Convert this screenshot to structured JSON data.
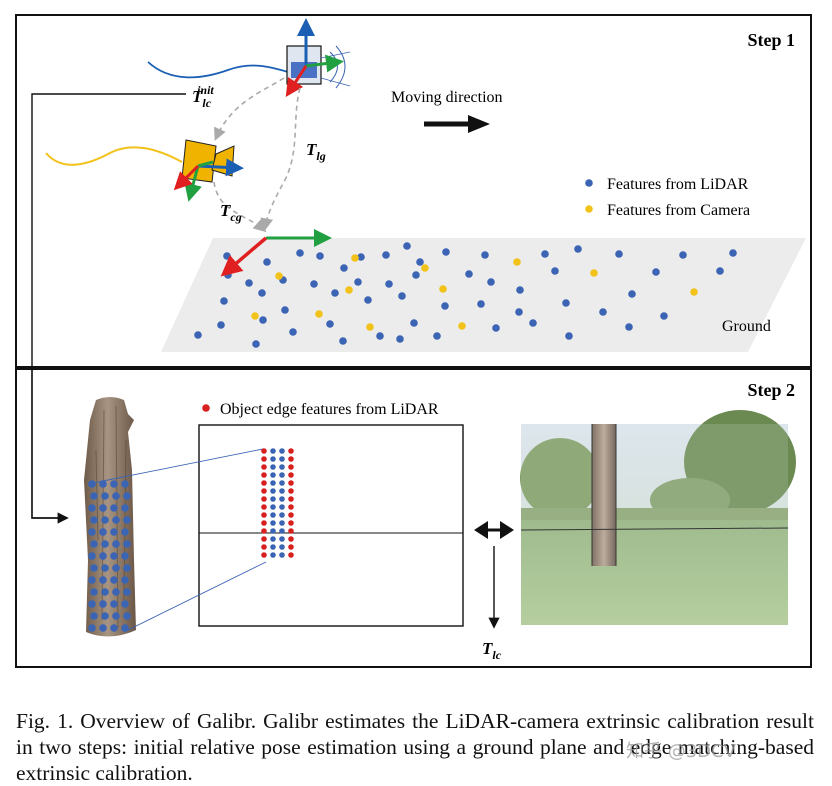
{
  "figure": {
    "step1": {
      "title": "Step 1",
      "moving_direction": "Moving direction",
      "legend": [
        {
          "label": "Features from LiDAR",
          "color": "#3b64b4"
        },
        {
          "label": "Features from Camera",
          "color": "#f2c21a"
        }
      ],
      "ground_label": "Ground",
      "t_lc_init": {
        "main": "T",
        "sub": "lc",
        "sup": "init"
      },
      "t_lg": {
        "main": "T",
        "sub": "lg"
      },
      "t_cg": {
        "main": "T",
        "sub": "cg"
      }
    },
    "step2": {
      "title": "Step 2",
      "legend": [
        {
          "label": "Object edge features from LiDAR",
          "color": "#d92020"
        }
      ],
      "t_lc": {
        "main": "T",
        "sub": "lc"
      }
    }
  },
  "colors": {
    "lidar_blue": "#3b64b4",
    "camera_yellow": "#f2c21a",
    "edge_red": "#d92020",
    "axis_red": "#e02020",
    "axis_green": "#20a040",
    "axis_blue": "#1a5fb4",
    "camera_body": "#f0b400"
  },
  "caption": {
    "text": "Fig. 1. Overview of Galibr. Galibr estimates the LiDAR-camera extrinsic calibration result in two steps: initial relative pose estimation using a ground plane and edge matching-based extrinsic calibration."
  },
  "watermark": {
    "text": "知乎 @3DCV"
  }
}
